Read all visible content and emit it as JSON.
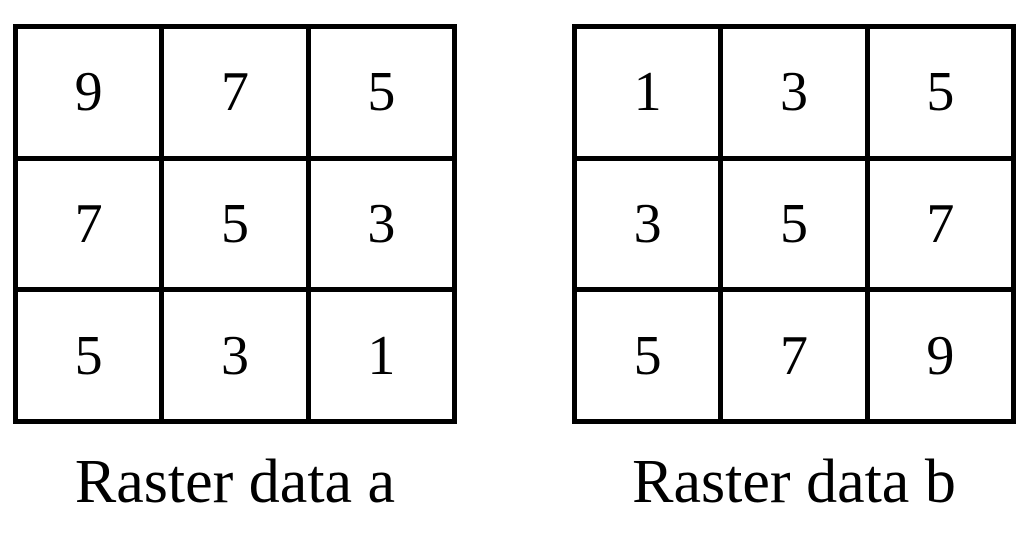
{
  "colors": {
    "background": "#ffffff",
    "grid_lines": "#000000",
    "text": "#000000"
  },
  "figures": [
    {
      "caption": "Raster data a",
      "grid": [
        [
          "9",
          "7",
          "5"
        ],
        [
          "7",
          "5",
          "3"
        ],
        [
          "5",
          "3",
          "1"
        ]
      ]
    },
    {
      "caption": "Raster data b",
      "grid": [
        [
          "1",
          "3",
          "5"
        ],
        [
          "3",
          "5",
          "7"
        ],
        [
          "5",
          "7",
          "9"
        ]
      ]
    }
  ]
}
